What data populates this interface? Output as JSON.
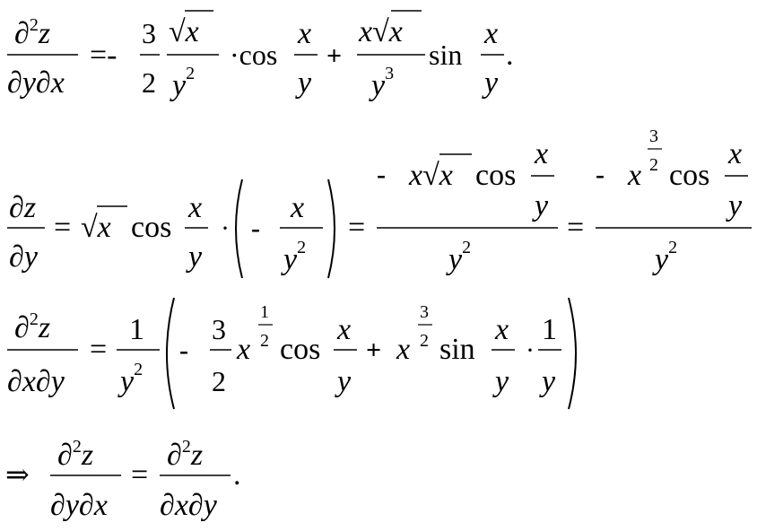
{
  "equations": [
    {
      "lhs": {
        "num": "∂²z",
        "den": "∂y∂x"
      },
      "terms": [
        {
          "op": "=-",
          "frac_num": "3",
          "frac_den": "2"
        },
        {
          "frac_num": "√x",
          "frac_den": "y²"
        },
        {
          "op": "·cos",
          "frac_num": "x",
          "frac_den": "y"
        },
        {
          "op": "+",
          "frac_num": "x√x",
          "frac_den": "y³"
        },
        {
          "op": "sin",
          "frac_num": "x",
          "frac_den": "y",
          "end": "."
        }
      ]
    },
    {
      "lhs": {
        "num": "∂z",
        "den": "∂y"
      },
      "rhs1": {
        "op": "=",
        "factor": "√x",
        "func": "cos",
        "frac_num": "x",
        "frac_den": "y",
        "paren": "(- x / y²)"
      },
      "rhs2": {
        "op": "=",
        "num": "- x√x cos x/y",
        "den": "y²"
      },
      "rhs3": {
        "op": "=",
        "num": "- x^(3/2) cos x/y",
        "den": "y²"
      }
    },
    {
      "lhs": {
        "num": "∂²z",
        "den": "∂x∂y"
      },
      "rhs": {
        "op": "=",
        "frac_num": "1",
        "frac_den": "y²",
        "inner": "(- 3/2 x^(1/2) cos x/y + x^(3/2) sin x/y · 1/y)"
      }
    },
    {
      "implies": "⇒",
      "lhs": {
        "num": "∂²z",
        "den": "∂y∂x"
      },
      "op": "=",
      "rhs": {
        "num": "∂²z",
        "den": "∂x∂y"
      },
      "end": "."
    }
  ]
}
